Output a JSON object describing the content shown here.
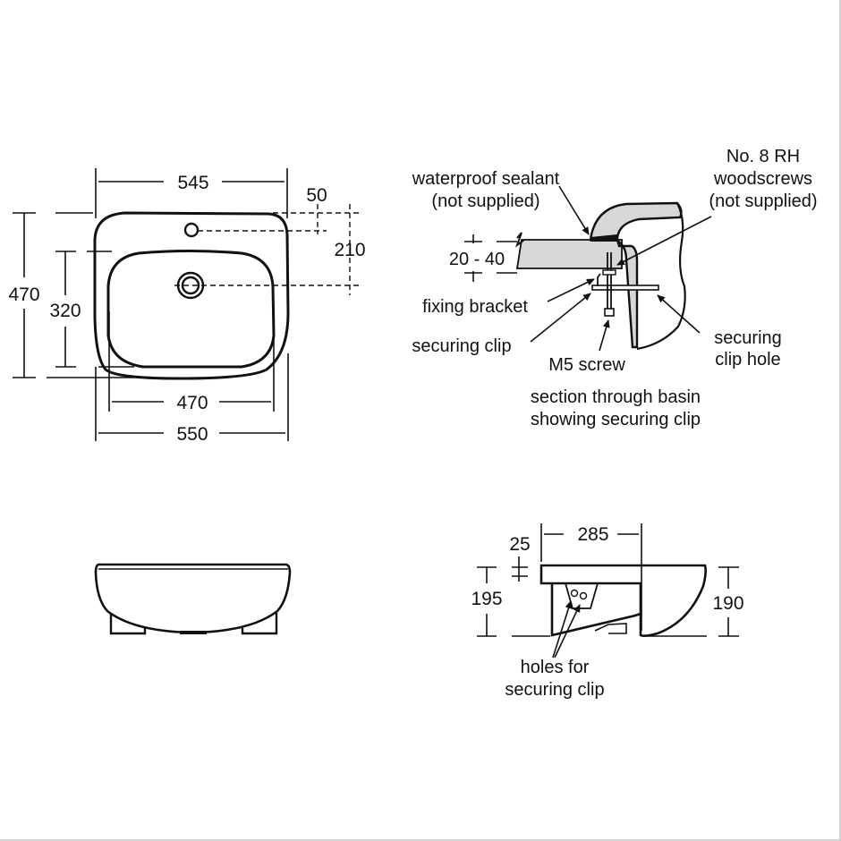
{
  "plan_view": {
    "dims": {
      "overall_width_top": "545",
      "overall_width_bottom": "550",
      "bowl_width": "470",
      "overall_depth": "470",
      "bowl_depth": "320",
      "tap_hole_offset": "50",
      "waste_offset": "210"
    }
  },
  "section_view": {
    "labels": {
      "sealant_line1": "waterproof sealant",
      "sealant_line2": "(not supplied)",
      "screws_line1": "No. 8 RH",
      "screws_line2": "woodscrews",
      "screws_line3": "(not supplied)",
      "worktop_thickness": "20 - 40",
      "fixing_bracket": "fixing bracket",
      "securing_clip": "securing clip",
      "m5_screw": "M5 screw",
      "clip_hole_line1": "securing",
      "clip_hole_line2": "clip hole",
      "caption_line1": "section through basin",
      "caption_line2": "showing securing clip"
    }
  },
  "front_view": {},
  "side_view": {
    "dims": {
      "rim_thickness": "25",
      "back_depth": "285",
      "overall_height": "195",
      "bowl_height": "190"
    },
    "labels": {
      "holes_line1": "holes for",
      "holes_line2": "securing clip"
    }
  },
  "colors": {
    "line": "#111111",
    "fill_grey": "#d7d7d7",
    "border": "#d6d6d6"
  }
}
